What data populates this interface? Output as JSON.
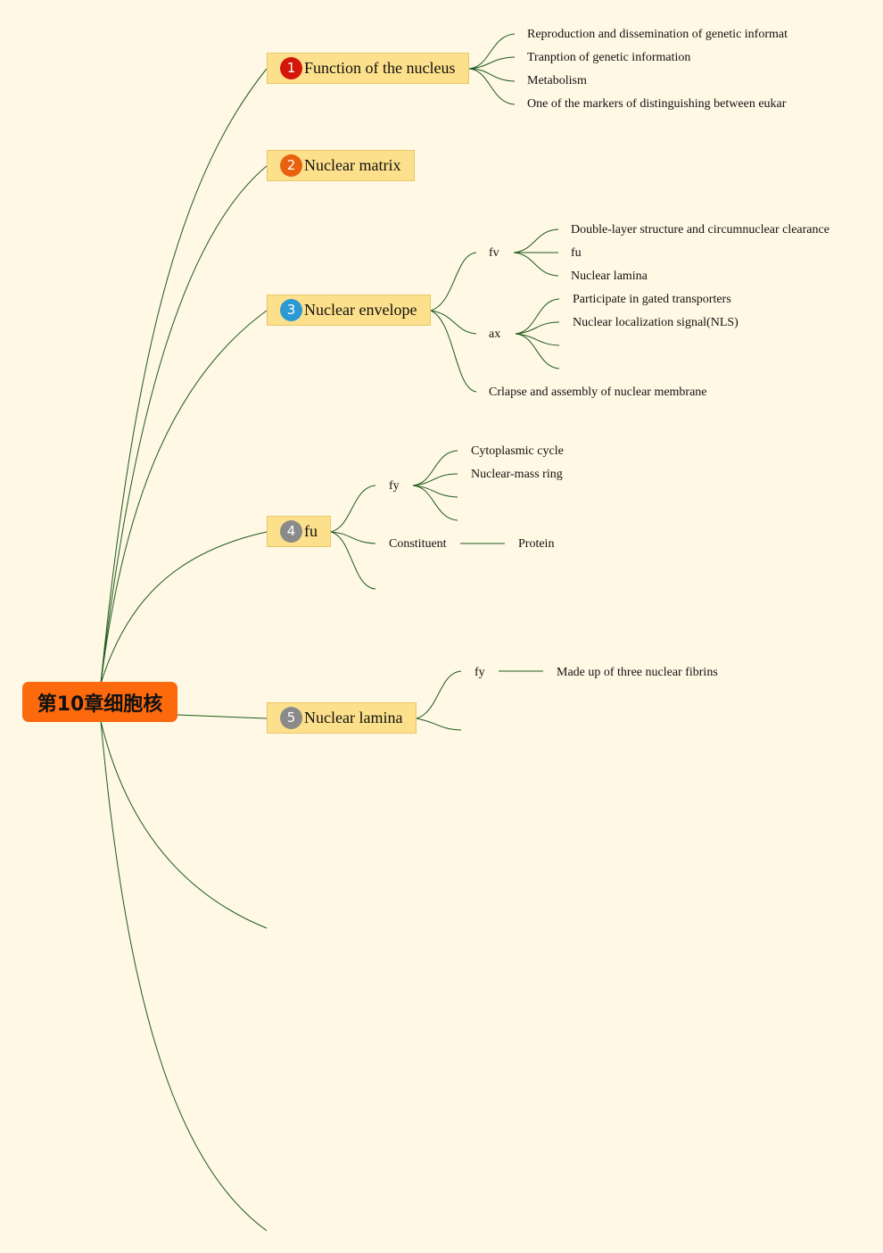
{
  "root": {
    "label": "第10章细胞核"
  },
  "colors": {
    "background": "#fff8e4",
    "root": "#fc6a0d",
    "topic": "#fde08b",
    "line": "#1e5a1e",
    "badge_1": "#d3170b",
    "badge_2": "#e8610f",
    "badge_3": "#2b9ad3",
    "badge_4": "#8a8a8a",
    "badge_5": "#8a8a8a"
  },
  "topics": [
    {
      "number": "1",
      "label": "Function of the nucleus",
      "children": [
        "Reproduction and dissemination of genetic informat",
        "Tranption of genetic information",
        "Metabolism",
        "One of the markers of distinguishing between eukar"
      ]
    },
    {
      "number": "2",
      "label": "Nuclear matrix"
    },
    {
      "number": "3",
      "label": "Nuclear envelope",
      "branches": [
        {
          "label": "fv",
          "children": [
            "Double-layer structure and circumnuclear clearance",
            "fu",
            "Nuclear lamina"
          ]
        },
        {
          "label": "ax",
          "children": [
            "Participate in gated transporters",
            "Nuclear localization signal(NLS)"
          ]
        },
        {
          "label": "Crlapse and assembly of nuclear membrane"
        }
      ]
    },
    {
      "number": "4",
      "label": "fu",
      "branches": [
        {
          "label": "fy",
          "children": [
            "Cytoplasmic cycle",
            "Nuclear-mass ring"
          ]
        },
        {
          "label": "Constituent",
          "children": [
            "Protein"
          ]
        }
      ]
    },
    {
      "number": "5",
      "label": "Nuclear lamina",
      "branches": [
        {
          "label": "fy",
          "children": [
            "Made up of three nuclear fibrins"
          ]
        }
      ]
    }
  ]
}
